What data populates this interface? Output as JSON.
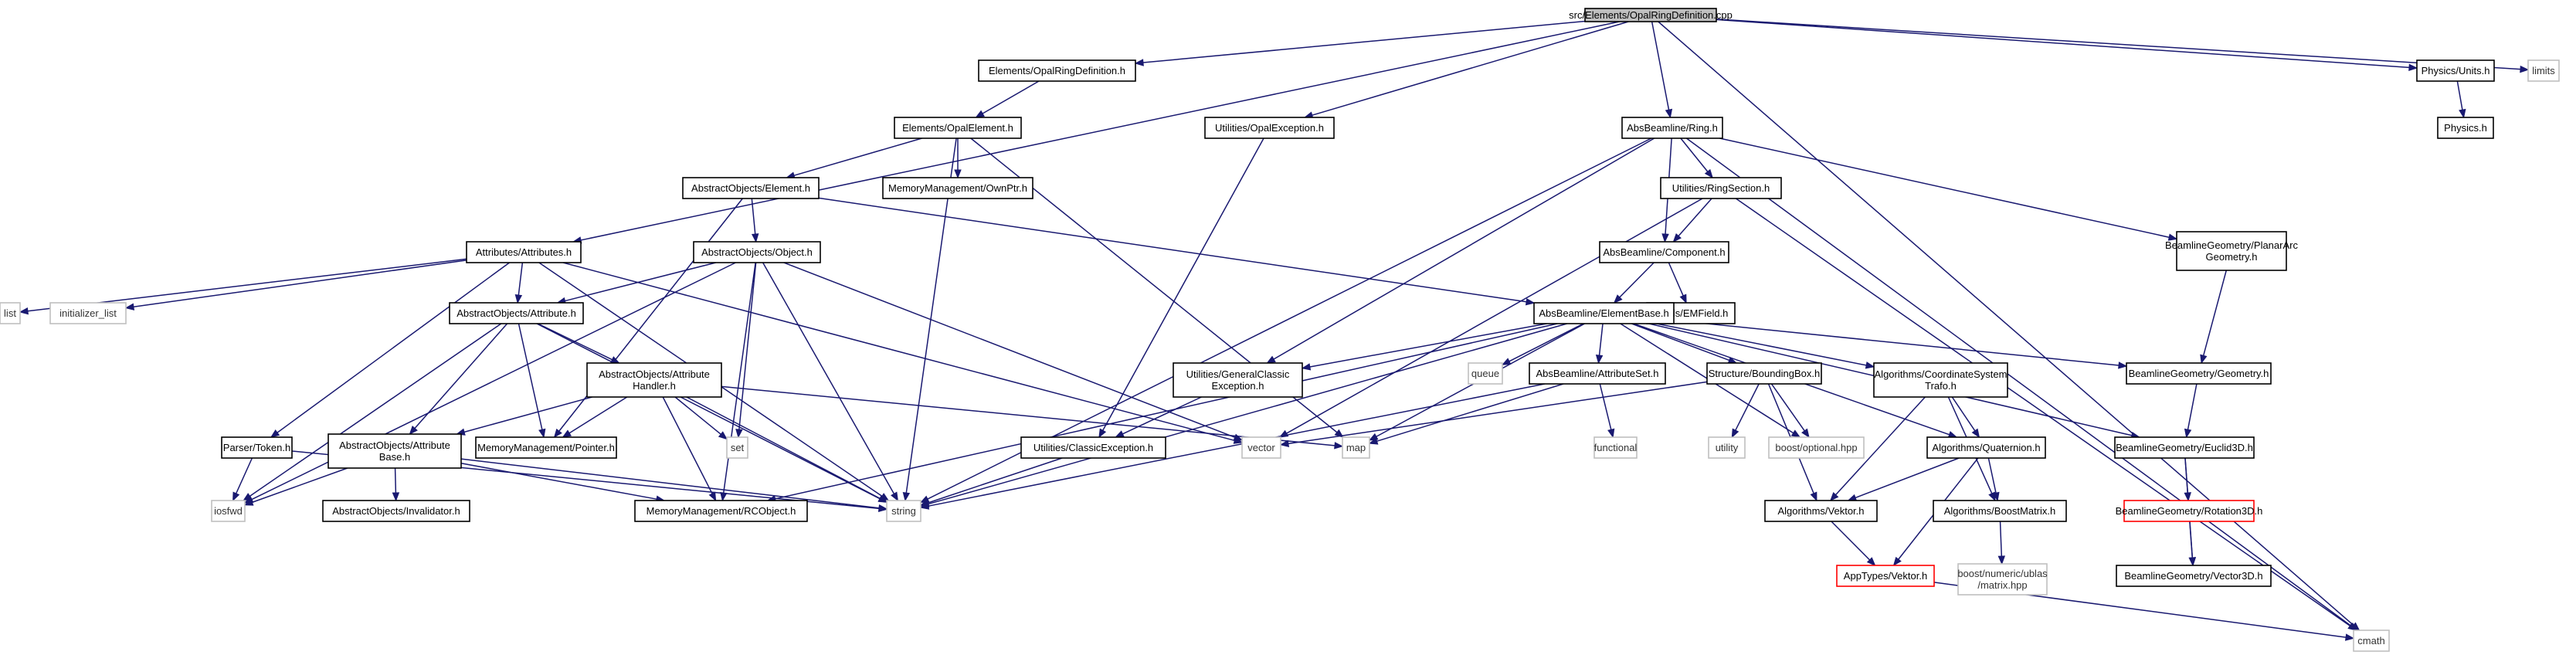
{
  "graph": {
    "nodes": [
      {
        "id": "root",
        "kind": "root",
        "lines": [
          "src/Elements/OpalRingDefinition.cpp"
        ]
      },
      {
        "id": "oprd_h",
        "lines": [
          "Elements/OpalRingDefinition.h"
        ]
      },
      {
        "id": "opel_h",
        "lines": [
          "Elements/OpalElement.h"
        ]
      },
      {
        "id": "elem_h",
        "lines": [
          "AbstractObjects/Element.h"
        ]
      },
      {
        "id": "object_h",
        "lines": [
          "AbstractObjects/Object.h"
        ]
      },
      {
        "id": "ownptr_h",
        "lines": [
          "MemoryManagement/OwnPtr.h"
        ]
      },
      {
        "id": "attrs_h",
        "lines": [
          "Attributes/Attributes.h"
        ]
      },
      {
        "id": "attr_h",
        "lines": [
          "AbstractObjects/Attribute.h"
        ]
      },
      {
        "id": "attrhandler_h",
        "lines": [
          "AbstractObjects/Attribute",
          "Handler.h"
        ]
      },
      {
        "id": "attrbase_h",
        "lines": [
          "AbstractObjects/Attribute",
          "Base.h"
        ]
      },
      {
        "id": "invalidator_h",
        "lines": [
          "AbstractObjects/Invalidator.h"
        ]
      },
      {
        "id": "pointer_h",
        "lines": [
          "MemoryManagement/Pointer.h"
        ]
      },
      {
        "id": "rcobject_h",
        "lines": [
          "MemoryManagement/RCObject.h"
        ]
      },
      {
        "id": "token_h",
        "lines": [
          "Parser/Token.h"
        ]
      },
      {
        "id": "list",
        "kind": "ext",
        "lines": [
          "list"
        ]
      },
      {
        "id": "initlist",
        "kind": "ext",
        "lines": [
          "initializer_list"
        ]
      },
      {
        "id": "iosfwd",
        "kind": "ext",
        "lines": [
          "iosfwd"
        ]
      },
      {
        "id": "string",
        "kind": "ext",
        "lines": [
          "string"
        ]
      },
      {
        "id": "set",
        "kind": "ext",
        "lines": [
          "set"
        ]
      },
      {
        "id": "vector",
        "kind": "ext",
        "lines": [
          "vector"
        ]
      },
      {
        "id": "map",
        "kind": "ext",
        "lines": [
          "map"
        ]
      },
      {
        "id": "opalexc_h",
        "lines": [
          "Utilities/OpalException.h"
        ]
      },
      {
        "id": "genclassexc_h",
        "lines": [
          "Utilities/GeneralClassic",
          "Exception.h"
        ]
      },
      {
        "id": "classexc_h",
        "lines": [
          "Utilities/ClassicException.h"
        ]
      },
      {
        "id": "ring_h",
        "lines": [
          "AbsBeamline/Ring.h"
        ]
      },
      {
        "id": "ringsection_h",
        "lines": [
          "Utilities/RingSection.h"
        ]
      },
      {
        "id": "component_h",
        "lines": [
          "AbsBeamline/Component.h"
        ]
      },
      {
        "id": "emfield_h",
        "lines": [
          "Fields/EMField.h"
        ]
      },
      {
        "id": "elementbase_h",
        "lines": [
          "AbsBeamline/ElementBase.h"
        ]
      },
      {
        "id": "queue",
        "kind": "ext",
        "lines": [
          "queue"
        ]
      },
      {
        "id": "attrset_h",
        "lines": [
          "AbsBeamline/AttributeSet.h"
        ]
      },
      {
        "id": "functional",
        "kind": "ext",
        "lines": [
          "functional"
        ]
      },
      {
        "id": "bbox_h",
        "lines": [
          "Structure/BoundingBox.h"
        ]
      },
      {
        "id": "utility",
        "kind": "ext",
        "lines": [
          "utility"
        ]
      },
      {
        "id": "optional",
        "kind": "ext",
        "lines": [
          "boost/optional.hpp"
        ]
      },
      {
        "id": "coordtrafo_h",
        "lines": [
          "Algorithms/CoordinateSystem",
          "Trafo.h"
        ]
      },
      {
        "id": "quaternion_h",
        "lines": [
          "Algorithms/Quaternion.h"
        ]
      },
      {
        "id": "algvektor_h",
        "lines": [
          "Algorithms/Vektor.h"
        ]
      },
      {
        "id": "boostmatrix_h",
        "lines": [
          "Algorithms/BoostMatrix.h"
        ]
      },
      {
        "id": "ublas",
        "kind": "ext",
        "lines": [
          "boost/numeric/ublas",
          "/matrix.hpp"
        ]
      },
      {
        "id": "apptypes_h",
        "kind": "bad",
        "lines": [
          "AppTypes/Vektor.h"
        ]
      },
      {
        "id": "planararc_h",
        "lines": [
          "BeamlineGeometry/PlanarArc",
          "Geometry.h"
        ]
      },
      {
        "id": "geometry_h",
        "lines": [
          "BeamlineGeometry/Geometry.h"
        ]
      },
      {
        "id": "euclid_h",
        "lines": [
          "BeamlineGeometry/Euclid3D.h"
        ]
      },
      {
        "id": "rotation_h",
        "kind": "bad",
        "lines": [
          "BeamlineGeometry/Rotation3D.h"
        ]
      },
      {
        "id": "vector3d_h",
        "lines": [
          "BeamlineGeometry/Vector3D.h"
        ]
      },
      {
        "id": "cmath",
        "kind": "ext",
        "lines": [
          "cmath"
        ]
      },
      {
        "id": "physunits_h",
        "lines": [
          "Physics/Units.h"
        ]
      },
      {
        "id": "physics_h",
        "lines": [
          "Physics.h"
        ]
      },
      {
        "id": "limits",
        "kind": "ext",
        "lines": [
          "limits"
        ]
      }
    ],
    "edges": [
      [
        "root",
        "oprd_h"
      ],
      [
        "root",
        "attrs_h"
      ],
      [
        "root",
        "opalexc_h"
      ],
      [
        "root",
        "ring_h"
      ],
      [
        "root",
        "cmath"
      ],
      [
        "root",
        "physunits_h"
      ],
      [
        "root",
        "limits"
      ],
      [
        "oprd_h",
        "opel_h"
      ],
      [
        "opel_h",
        "elem_h"
      ],
      [
        "opel_h",
        "ownptr_h"
      ],
      [
        "opel_h",
        "string"
      ],
      [
        "opel_h",
        "map"
      ],
      [
        "elem_h",
        "object_h"
      ],
      [
        "elem_h",
        "pointer_h"
      ],
      [
        "elem_h",
        "elementbase_h"
      ],
      [
        "object_h",
        "attr_h"
      ],
      [
        "object_h",
        "set"
      ],
      [
        "object_h",
        "string"
      ],
      [
        "object_h",
        "vector"
      ],
      [
        "object_h",
        "iosfwd"
      ],
      [
        "object_h",
        "rcobject_h"
      ],
      [
        "attrs_h",
        "attr_h"
      ],
      [
        "attrs_h",
        "token_h"
      ],
      [
        "attrs_h",
        "list"
      ],
      [
        "attrs_h",
        "initlist"
      ],
      [
        "attrs_h",
        "string"
      ],
      [
        "attrs_h",
        "vector"
      ],
      [
        "attr_h",
        "attrhandler_h"
      ],
      [
        "attr_h",
        "attrbase_h"
      ],
      [
        "attr_h",
        "pointer_h"
      ],
      [
        "attr_h",
        "iosfwd"
      ],
      [
        "attr_h",
        "string"
      ],
      [
        "attrhandler_h",
        "attrbase_h"
      ],
      [
        "attrhandler_h",
        "pointer_h"
      ],
      [
        "attrhandler_h",
        "rcobject_h"
      ],
      [
        "attrhandler_h",
        "set"
      ],
      [
        "attrhandler_h",
        "map"
      ],
      [
        "attrhandler_h",
        "string"
      ],
      [
        "attrbase_h",
        "invalidator_h"
      ],
      [
        "attrbase_h",
        "rcobject_h"
      ],
      [
        "attrbase_h",
        "iosfwd"
      ],
      [
        "attrbase_h",
        "string"
      ],
      [
        "token_h",
        "iosfwd"
      ],
      [
        "token_h",
        "string"
      ],
      [
        "opalexc_h",
        "classexc_h"
      ],
      [
        "genclassexc_h",
        "classexc_h"
      ],
      [
        "classexc_h",
        "string"
      ],
      [
        "ring_h",
        "ringsection_h"
      ],
      [
        "ring_h",
        "component_h"
      ],
      [
        "ring_h",
        "planararc_h"
      ],
      [
        "ring_h",
        "genclassexc_h"
      ],
      [
        "ring_h",
        "string"
      ],
      [
        "ring_h",
        "cmath"
      ],
      [
        "ringsection_h",
        "component_h"
      ],
      [
        "ringsection_h",
        "vector"
      ],
      [
        "ringsection_h",
        "cmath"
      ],
      [
        "component_h",
        "elementbase_h"
      ],
      [
        "component_h",
        "emfield_h"
      ],
      [
        "elementbase_h",
        "genclassexc_h"
      ],
      [
        "elementbase_h",
        "attrset_h"
      ],
      [
        "elementbase_h",
        "bbox_h"
      ],
      [
        "elementbase_h",
        "coordtrafo_h"
      ],
      [
        "elementbase_h",
        "geometry_h"
      ],
      [
        "elementbase_h",
        "euclid_h"
      ],
      [
        "elementbase_h",
        "quaternion_h"
      ],
      [
        "elementbase_h",
        "queue"
      ],
      [
        "elementbase_h",
        "map"
      ],
      [
        "elementbase_h",
        "string"
      ],
      [
        "elementbase_h",
        "optional"
      ],
      [
        "elementbase_h",
        "rcobject_h"
      ],
      [
        "attrset_h",
        "map"
      ],
      [
        "attrset_h",
        "string"
      ],
      [
        "attrset_h",
        "functional"
      ],
      [
        "bbox_h",
        "algvektor_h"
      ],
      [
        "bbox_h",
        "optional"
      ],
      [
        "bbox_h",
        "utility"
      ],
      [
        "bbox_h",
        "vector"
      ],
      [
        "coordtrafo_h",
        "quaternion_h"
      ],
      [
        "coordtrafo_h",
        "algvektor_h"
      ],
      [
        "coordtrafo_h",
        "boostmatrix_h"
      ],
      [
        "quaternion_h",
        "algvektor_h"
      ],
      [
        "quaternion_h",
        "boostmatrix_h"
      ],
      [
        "quaternion_h",
        "apptypes_h"
      ],
      [
        "algvektor_h",
        "apptypes_h"
      ],
      [
        "boostmatrix_h",
        "ublas"
      ],
      [
        "apptypes_h",
        "cmath"
      ],
      [
        "planararc_h",
        "geometry_h"
      ],
      [
        "geometry_h",
        "euclid_h"
      ],
      [
        "euclid_h",
        "rotation_h"
      ],
      [
        "euclid_h",
        "vector3d_h"
      ],
      [
        "rotation_h",
        "vector3d_h"
      ],
      [
        "physunits_h",
        "physics_h"
      ]
    ]
  }
}
